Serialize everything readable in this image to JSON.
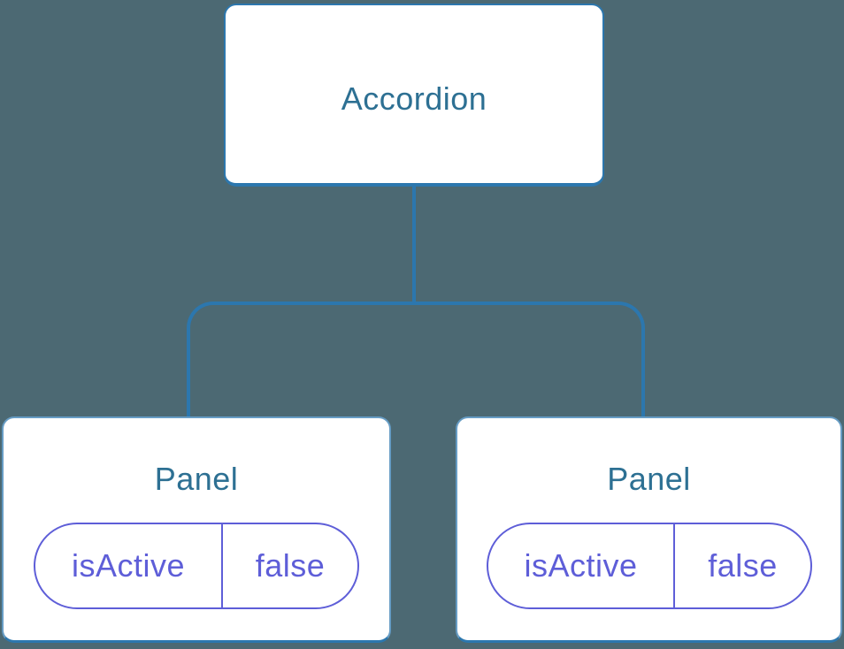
{
  "diagram": {
    "root": {
      "label": "Accordion"
    },
    "children": [
      {
        "label": "Panel",
        "state": {
          "key": "isActive",
          "value": "false"
        }
      },
      {
        "label": "Panel",
        "state": {
          "key": "isActive",
          "value": "false"
        }
      }
    ]
  },
  "colors": {
    "background": "#4C6973",
    "connector_blue": "#2C77AE",
    "node_fill": "#FFFFFF",
    "node_label_blue": "#2D7093",
    "state_purple": "#5E5ED8"
  }
}
